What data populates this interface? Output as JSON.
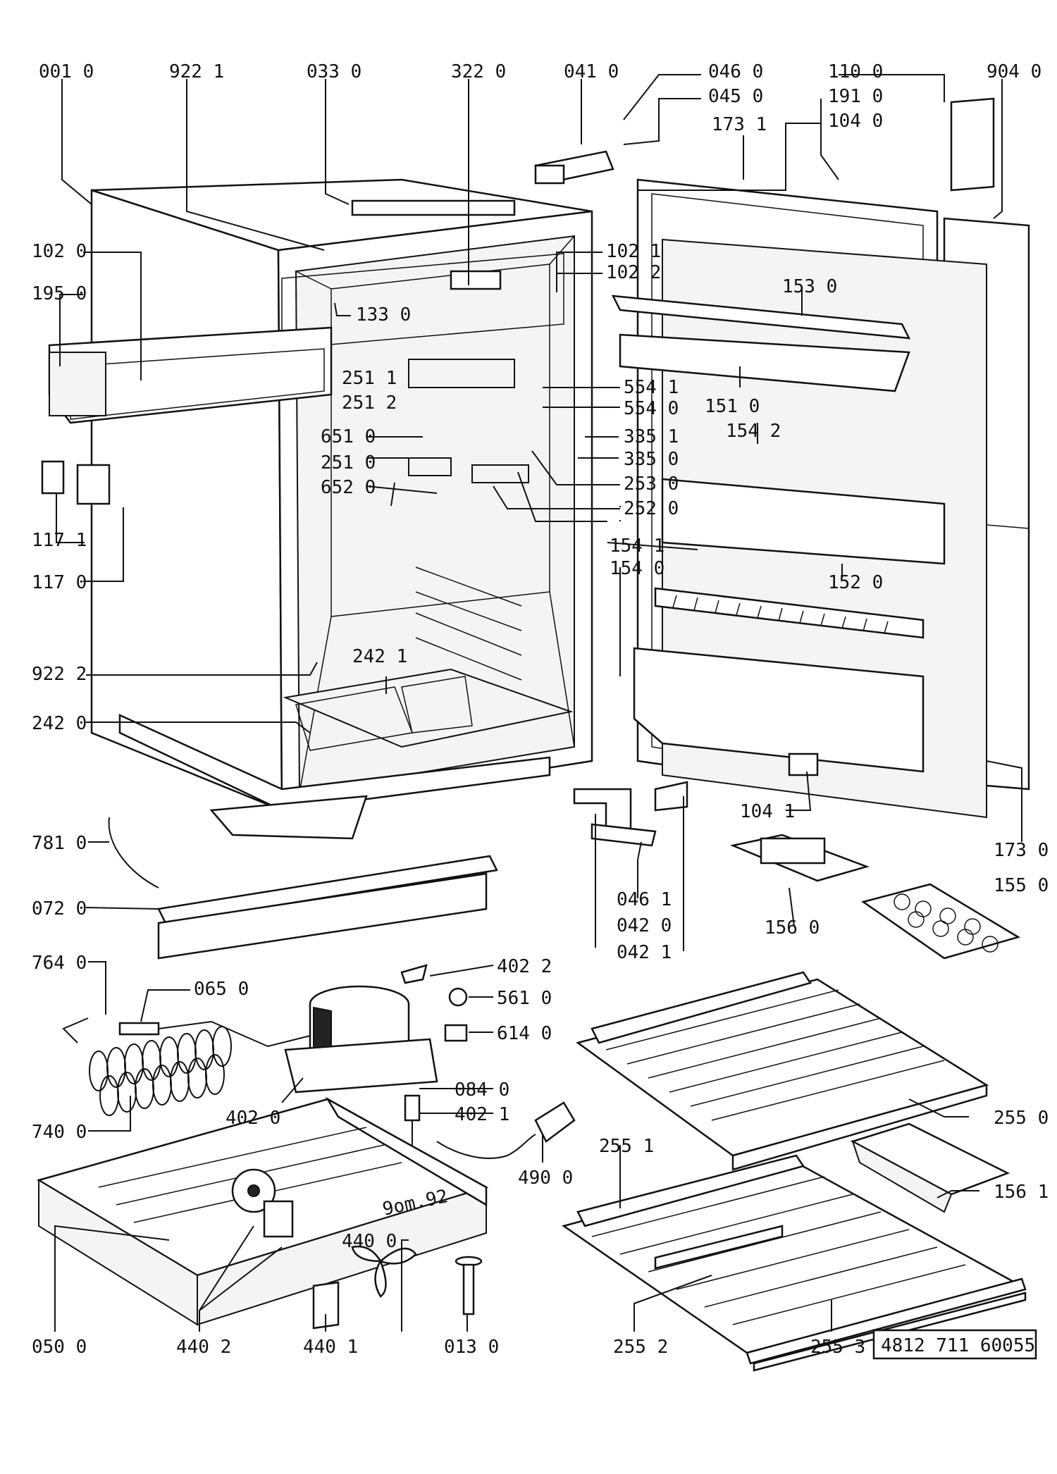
{
  "labels": [
    {
      "id": "001-0",
      "text": "001 0"
    },
    {
      "id": "922-1",
      "text": "922 1"
    },
    {
      "id": "033-0",
      "text": "033 0"
    },
    {
      "id": "322-0",
      "text": "322 0"
    },
    {
      "id": "041-0",
      "text": "041 0"
    },
    {
      "id": "046-0",
      "text": "046 0"
    },
    {
      "id": "045-0",
      "text": "045 0"
    },
    {
      "id": "110-0",
      "text": "110 0"
    },
    {
      "id": "191-0",
      "text": "191 0"
    },
    {
      "id": "104-0",
      "text": "104 0"
    },
    {
      "id": "173-1",
      "text": "173 1"
    },
    {
      "id": "904-0",
      "text": "904 0"
    },
    {
      "id": "102-0",
      "text": "102 0"
    },
    {
      "id": "195-0",
      "text": "195 0"
    },
    {
      "id": "133-0",
      "text": "133 0"
    },
    {
      "id": "102-1",
      "text": "102 1"
    },
    {
      "id": "102-2",
      "text": "102 2"
    },
    {
      "id": "153-0",
      "text": "153 0"
    },
    {
      "id": "251-1",
      "text": "251 1"
    },
    {
      "id": "554-1",
      "text": "554 1"
    },
    {
      "id": "251-2",
      "text": "251 2"
    },
    {
      "id": "554-0",
      "text": "554 0"
    },
    {
      "id": "151-0",
      "text": "151 0"
    },
    {
      "id": "651-0",
      "text": "651 0"
    },
    {
      "id": "335-1",
      "text": "335 1"
    },
    {
      "id": "154-2",
      "text": "154 2"
    },
    {
      "id": "251-0",
      "text": "251 0"
    },
    {
      "id": "335-0",
      "text": "335 0"
    },
    {
      "id": "652-0",
      "text": "652 0"
    },
    {
      "id": "253-0",
      "text": "253 0"
    },
    {
      "id": "252-0",
      "text": "252 0"
    },
    {
      "id": "117-1",
      "text": "117 1"
    },
    {
      "id": "154-1",
      "text": "154 1"
    },
    {
      "id": "154-0",
      "text": "154 0"
    },
    {
      "id": "152-0",
      "text": "152 0"
    },
    {
      "id": "117-0",
      "text": "117 0"
    },
    {
      "id": "922-2",
      "text": "922 2"
    },
    {
      "id": "242-1",
      "text": "242 1"
    },
    {
      "id": "242-0",
      "text": "242 0"
    },
    {
      "id": "104-1",
      "text": "104 1"
    },
    {
      "id": "781-0",
      "text": "781 0"
    },
    {
      "id": "173-0",
      "text": "173 0"
    },
    {
      "id": "046-1",
      "text": "046 1"
    },
    {
      "id": "155-0",
      "text": "155 0"
    },
    {
      "id": "072-0",
      "text": "072 0"
    },
    {
      "id": "042-0",
      "text": "042 0"
    },
    {
      "id": "156-0",
      "text": "156 0"
    },
    {
      "id": "042-1",
      "text": "042 1"
    },
    {
      "id": "764-0",
      "text": "764 0"
    },
    {
      "id": "402-2",
      "text": "402 2"
    },
    {
      "id": "065-0",
      "text": "065 0"
    },
    {
      "id": "561-0",
      "text": "561 0"
    },
    {
      "id": "614-0",
      "text": "614 0"
    },
    {
      "id": "084-0",
      "text": "084 0"
    },
    {
      "id": "402-0",
      "text": "402 0"
    },
    {
      "id": "402-1",
      "text": "402 1"
    },
    {
      "id": "255-0",
      "text": "255 0"
    },
    {
      "id": "740-0",
      "text": "740 0"
    },
    {
      "id": "490-0",
      "text": "490 0"
    },
    {
      "id": "255-1",
      "text": "255 1"
    },
    {
      "id": "156-1",
      "text": "156 1"
    },
    {
      "id": "440-0",
      "text": "440 0"
    },
    {
      "id": "050-0",
      "text": "050 0"
    },
    {
      "id": "440-2",
      "text": "440 2"
    },
    {
      "id": "440-1",
      "text": "440 1"
    },
    {
      "id": "013-0",
      "text": "013 0"
    },
    {
      "id": "255-2",
      "text": "255 2"
    },
    {
      "id": "255-3",
      "text": "255 3"
    }
  ],
  "reference_number": "4812 711 60055",
  "base_inscription": "9om.92"
}
